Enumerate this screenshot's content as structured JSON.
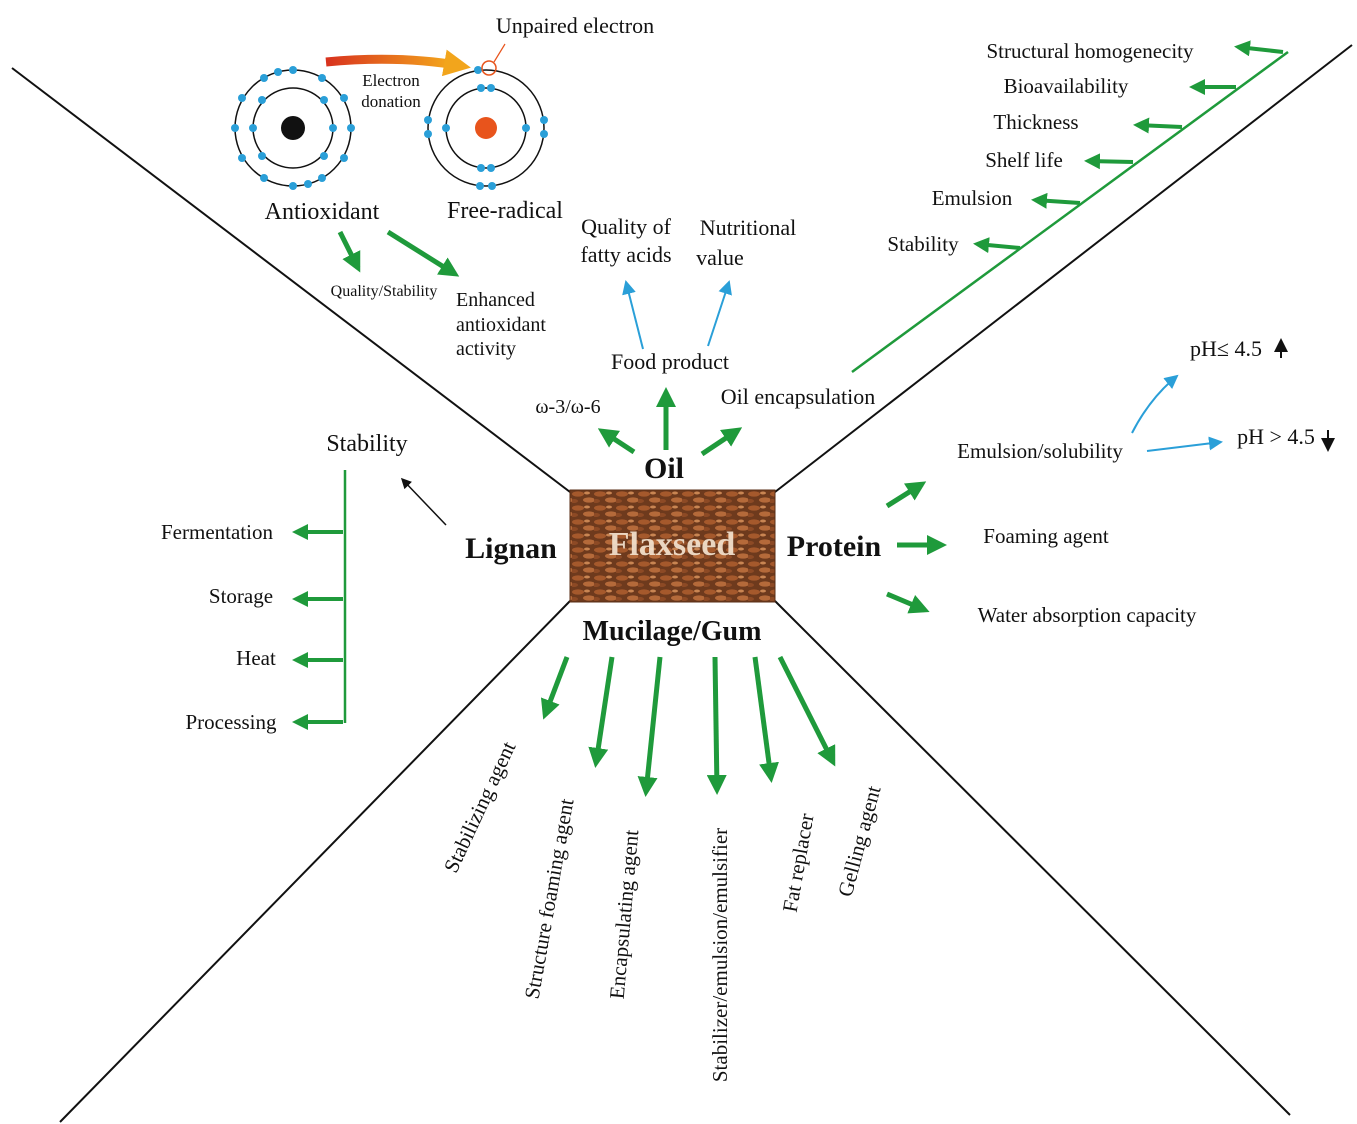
{
  "colors": {
    "arrow_green": "#1f9a3b",
    "arrow_blue": "#2a9fd8",
    "electron_blue": "#2a9fd8",
    "antioxidant_nucleus": "#111111",
    "radical_nucleus": "#e8541c",
    "seed_brown": "#8a4a25"
  },
  "center": {
    "label": "Flaxseed"
  },
  "top": {
    "antioxidant": "Antioxidant",
    "free_radical": "Free-radical",
    "unpaired_electron": "Unpaired electron",
    "electron_donation": [
      "Electron",
      "donation"
    ],
    "quality_stability": "Quality/Stability",
    "enhanced_activity": [
      "Enhanced",
      "antioxidant",
      "activity"
    ],
    "oil": "Oil",
    "omega": "ω-3/ω-6",
    "food_product": "Food product",
    "quality_fatty_acids": [
      "Quality of",
      "fatty acids"
    ],
    "nutritional_value": [
      "Nutritional",
      "value"
    ],
    "oil_encapsulation": "Oil encapsulation",
    "encapsulation_items": [
      "Structural homogenecity",
      "Bioavailability",
      "Thickness",
      "Shelf life",
      "Emulsion",
      "Stability"
    ]
  },
  "left": {
    "lignan": "Lignan",
    "stability": "Stability",
    "items": [
      "Fermentation",
      "Storage",
      "Heat",
      "Processing"
    ]
  },
  "right": {
    "protein": "Protein",
    "emulsion_solubility": "Emulsion/solubility",
    "ph_low": "pH≤ 4.5",
    "ph_high": "pH > 4.5",
    "foaming": "Foaming agent",
    "water": "Water absorption capacity"
  },
  "bottom": {
    "mucilage": "Mucilage/Gum",
    "items": [
      "Stabilizing agent",
      "Structure foaming agent",
      "Encapsulating agent",
      "Stabilizer/emulsion/emulsifier",
      "Fat replacer",
      "Gelling agent"
    ]
  }
}
